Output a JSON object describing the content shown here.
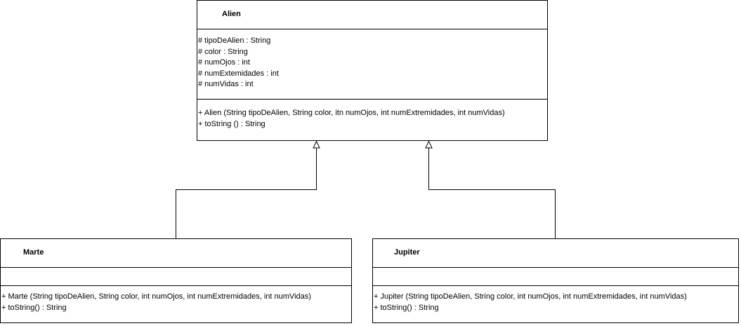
{
  "classes": {
    "alien": {
      "name": "Alien",
      "attributes": [
        "# tipoDeAlien : String",
        "# color :  String",
        "# numOjos : int",
        "# numExtemidades : int",
        "# numVidas : int"
      ],
      "operations": [
        "+ Alien (String tipoDeAlien, String color, itn numOjos, int numExtremidades, int numVidas)",
        "+ toString () : String"
      ]
    },
    "marte": {
      "name": "Marte",
      "attributes": [],
      "operations": [
        "+ Marte (String tipoDeAlien, String color, int numOjos, int numExtremidades, int numVidas)",
        "+ toString() : String"
      ]
    },
    "jupiter": {
      "name": "Jupiter",
      "attributes": [],
      "operations": [
        "+ Jupiter (String tipoDeAlien, String color, int numOjos, int numExtremidades, int numVidas)",
        "+ toString() : String"
      ]
    }
  },
  "relations": [
    {
      "type": "generalization",
      "from": "Marte",
      "to": "Alien"
    },
    {
      "type": "generalization",
      "from": "Jupiter",
      "to": "Alien"
    }
  ],
  "colors": {
    "line": "#000000",
    "background": "#ffffff"
  }
}
